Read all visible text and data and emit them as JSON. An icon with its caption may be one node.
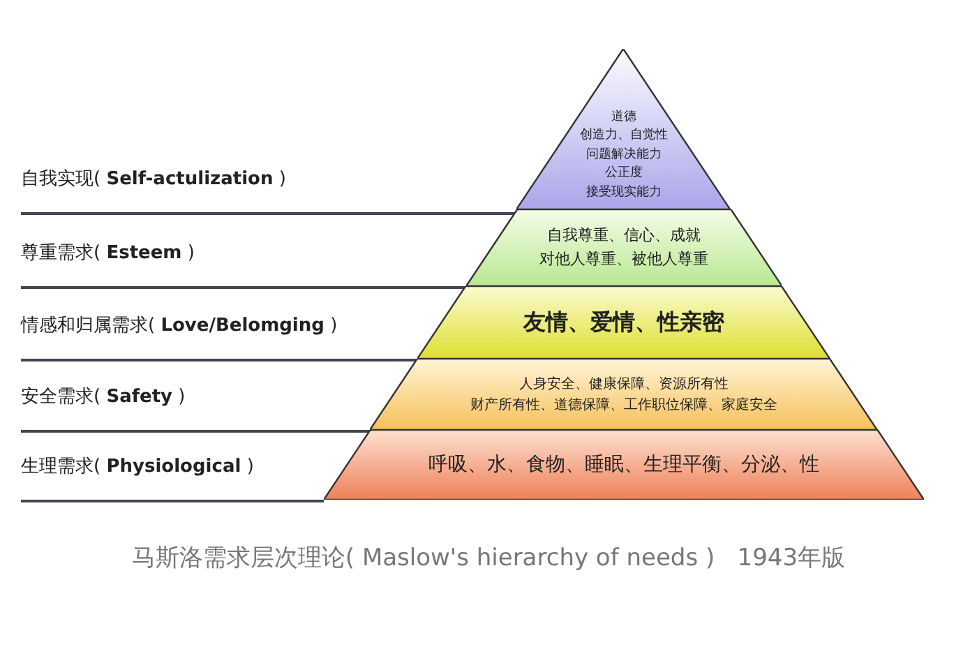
{
  "diagram": {
    "caption": "马斯洛需求层次理论( Maslow's hierarchy of needs )   1943年版",
    "nodes": [
      {
        "text": [
          "道德",
          "创造力、自觉性",
          "问题解决能力",
          "公正度",
          "接受现实能力"
        ]
      },
      {
        "text": [
          "自我尊重、信心、成就",
          "对他人尊重、被他人尊重"
        ]
      },
      {
        "text": [
          "友情、爱情、性亲密"
        ]
      },
      {
        "text": [
          "人身安全、健康保障、资源所有性",
          "财产所有性、道德保障、工作职位保障、家庭安全"
        ]
      },
      {
        "text": [
          "呼吸、水、食物、睡眠、生理平衡、分泌、性"
        ]
      }
    ],
    "edges": [],
    "labels": [
      "自我实现( **Self-actulization** )",
      "尊重需求( **Esteem** )",
      "情感和归属需求( **Love/Belomging** )",
      "安全需求( **Safety** )",
      "生理需求( **Physiological** )"
    ]
  }
}
